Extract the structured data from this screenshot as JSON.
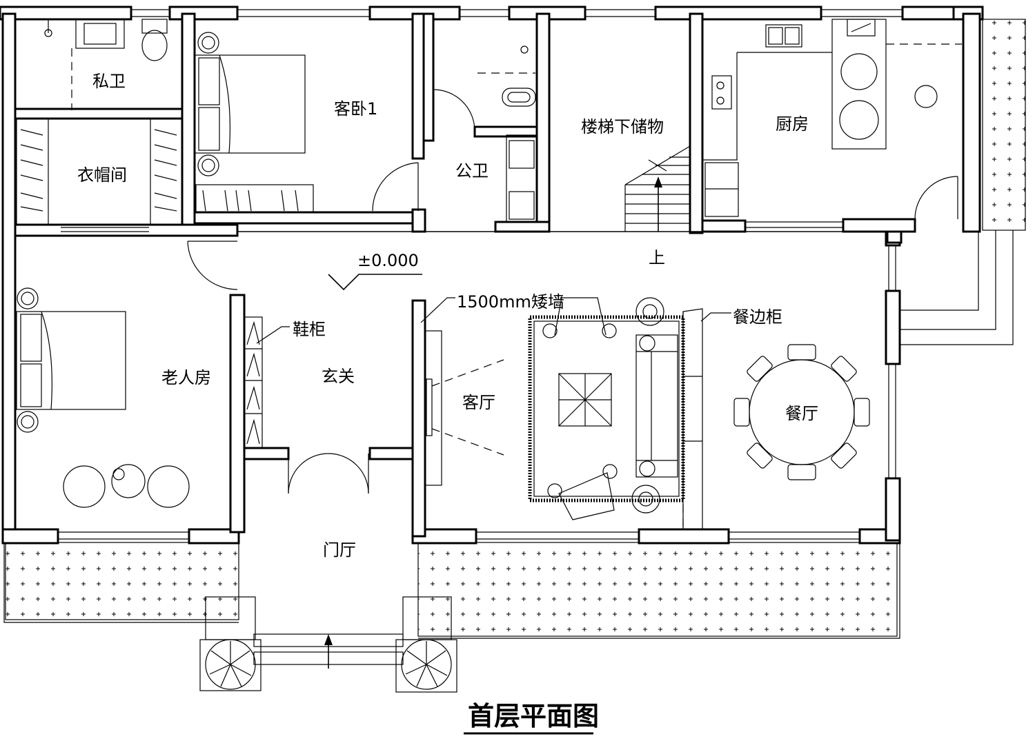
{
  "title": "首层平面图",
  "elevation_mark": "±0.000",
  "rooms": {
    "private_bath": "私卫",
    "cloakroom": "衣帽间",
    "guest_bedroom": "客卧1",
    "public_bath": "公卫",
    "stair_storage": "楼梯下储物",
    "kitchen": "厨房",
    "elderly_room": "老人房",
    "foyer": "玄关",
    "living_room": "客厅",
    "dining_room": "餐厅",
    "entrance_hall": "门厅"
  },
  "annotations": {
    "stair_up": "上",
    "shoe_cabinet": "鞋柜",
    "low_wall": "1500mm矮墙",
    "sideboard": "餐边柜"
  }
}
